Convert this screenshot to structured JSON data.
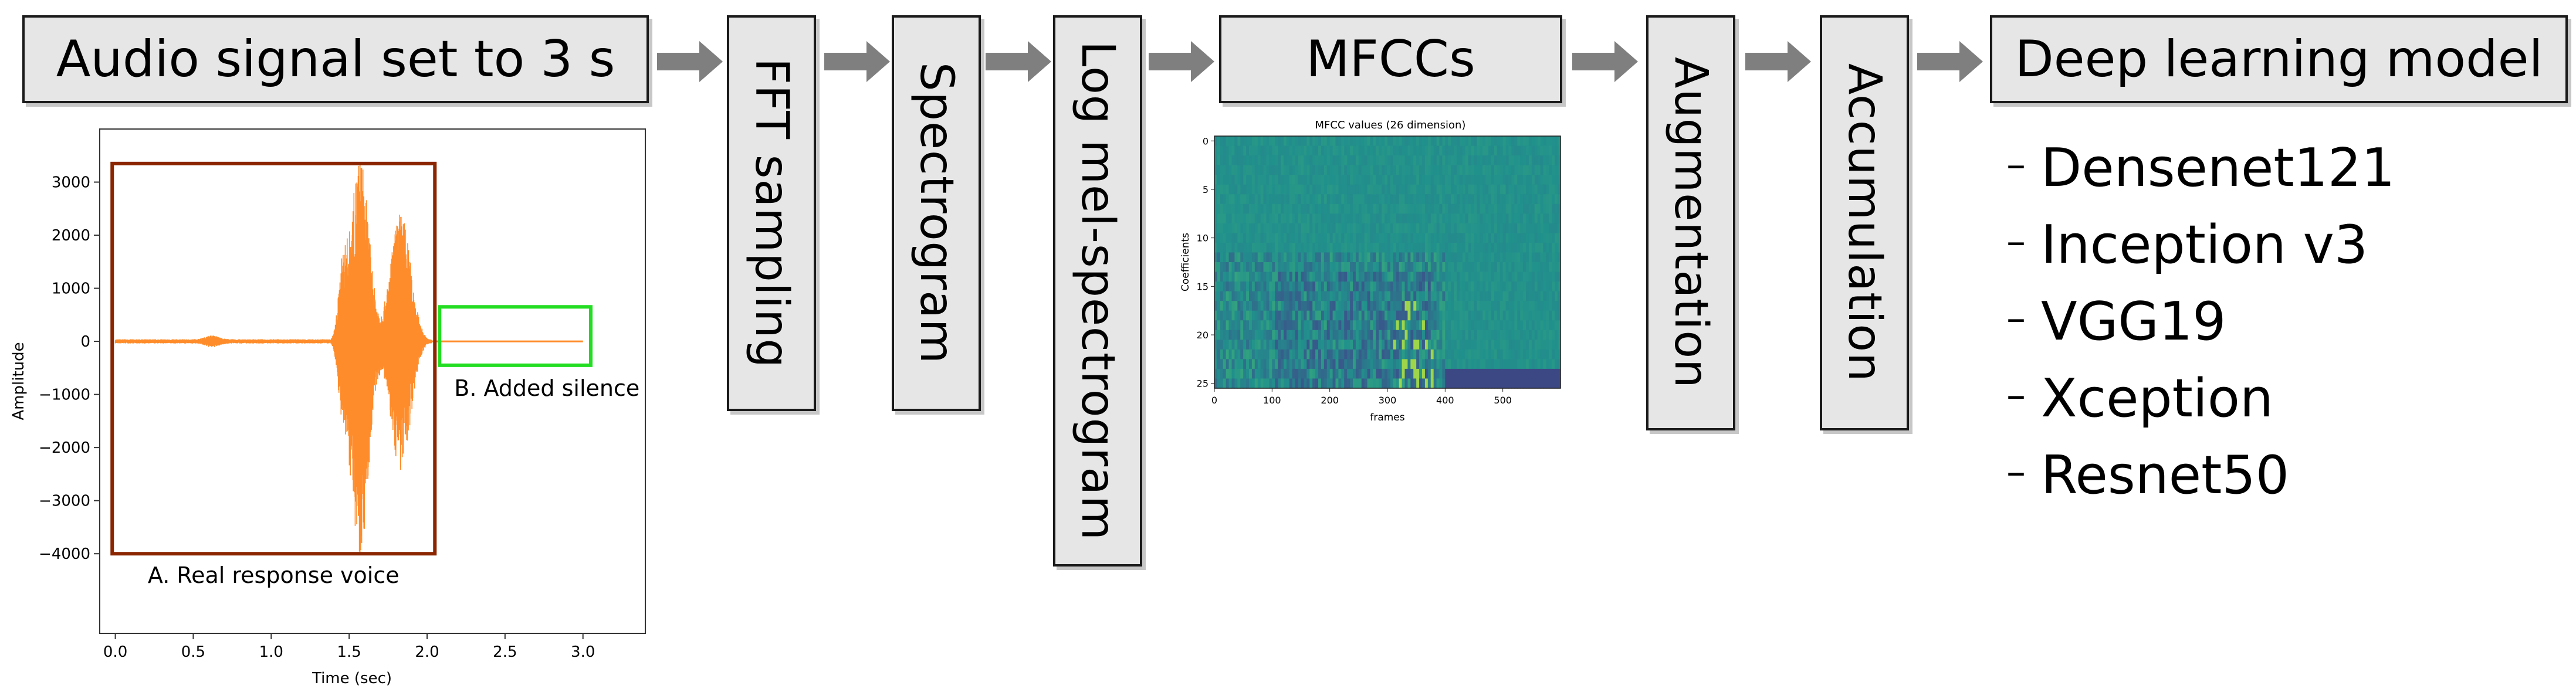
{
  "diagram": {
    "steps": {
      "audio": "Audio signal set to 3 s",
      "fft": "FFT sampling",
      "spectrogram": "Spectrogram",
      "logmel": "Log mel-spectrogram",
      "mfccs": "MFCCs",
      "augmentation": "Augmentation",
      "accumulation": "Accumulation",
      "model": "Deep learning model"
    },
    "models": [
      "Densenet121",
      "Inception v3",
      "VGG19",
      "Xception",
      "Resnet50"
    ],
    "list_bullet": "–",
    "colors": {
      "box_fill": "#e6e6e6",
      "box_border": "#1a1a1a",
      "arrow": "#7f7f7f",
      "waveform": "#ff8c2a",
      "real_voice_box": "#8b2500",
      "silence_box": "#22dd22"
    },
    "icons": [
      "right-arrow-icon"
    ]
  },
  "waveform_chart": {
    "type": "line",
    "xlabel": "Time (sec)",
    "ylabel": "Amplitude",
    "x_ticks": [
      "0.0",
      "0.5",
      "1.0",
      "1.5",
      "2.0",
      "2.5",
      "3.0"
    ],
    "y_ticks": [
      "3000",
      "2000",
      "1000",
      "0",
      "−1000",
      "−2000",
      "−3000",
      "−4000"
    ],
    "xlim": [
      -0.1,
      3.4
    ],
    "ylim": [
      -5500,
      4000
    ],
    "annotations": {
      "real_voice": "A. Real response voice",
      "silence": "B. Added silence"
    },
    "real_voice_region": {
      "x": [
        -0.02,
        2.05
      ],
      "y": [
        -4000,
        3350
      ]
    },
    "silence_region": {
      "x": [
        2.08,
        3.05
      ],
      "y": [
        -450,
        650
      ]
    }
  },
  "chart_data": {
    "type": "heatmap",
    "title": "MFCC values (26 dimension)",
    "xlabel": "frames",
    "ylabel": "Coefficients",
    "x_ticks": [
      "0",
      "100",
      "200",
      "300",
      "400",
      "500"
    ],
    "y_ticks": [
      "0",
      "5",
      "10",
      "15",
      "20",
      "25"
    ],
    "xlim": [
      0,
      600
    ],
    "ylim": [
      0,
      26
    ],
    "frames": 600,
    "coefficients": 26,
    "silence_from_frame": 400,
    "colormap": "viridis"
  }
}
